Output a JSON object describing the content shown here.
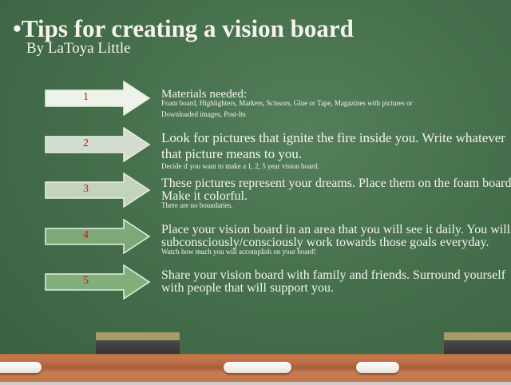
{
  "slide": {
    "title": "•Tips for creating a vision board",
    "author": "By LaToya Little",
    "steps": [
      {
        "number": "1",
        "color": "#eef3ea",
        "lines": [
          "Materials needed:"
        ],
        "sub": [
          "Foam board, Highlighters, Markers, Scissors, Glue or Tape, Magazines with pictures or",
          "Downloaded images, Post-Its"
        ]
      },
      {
        "number": "2",
        "color": "#d3ddcf",
        "lines": [
          "Look for pictures that ignite the fire inside you.  Write whatever",
          "that picture means to you."
        ],
        "sub": [
          "Decide if you want to make a 1, 2, 5 year vision board."
        ]
      },
      {
        "number": "3",
        "color": "#c3d4bd",
        "lines": [
          "These pictures represent your dreams. Place them on the foam board.",
          "Make it colorful."
        ],
        "sub": [
          "There are no boundaries."
        ]
      },
      {
        "number": "4",
        "color": "#7ea877",
        "lines": [
          "Place your vision board in an area that you will see it daily. You will",
          "subconsciously/consciously work towards those goals everyday."
        ],
        "sub": [
          "Watch how much you will accomplish on your board!"
        ]
      },
      {
        "number": "5",
        "color": "#83ad7b",
        "lines": [
          "Share your vision board with family and friends. Surround yourself",
          "with people that will support you."
        ],
        "sub": []
      }
    ]
  }
}
